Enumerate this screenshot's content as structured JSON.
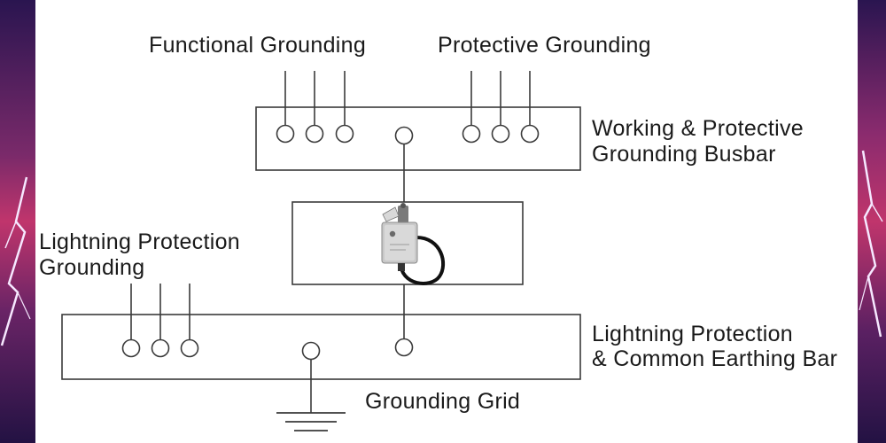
{
  "labels": {
    "functional_grounding": "Functional Grounding",
    "protective_grounding": "Protective Grounding",
    "busbar_line1": "Working & Protective",
    "busbar_line2": "Grounding Busbar",
    "lightning_line1": "Lightning Protection",
    "lightning_line2": "Grounding",
    "earthing_line1": "Lightning Protection",
    "earthing_line2": "& Common Earthing Bar",
    "grounding_grid": "Grounding Grid"
  },
  "colors": {
    "line": "#3a3a3a",
    "text": "#1a1a1a",
    "device_body": "#c9c9c9",
    "cable": "#111111",
    "storm_purple": "#3b1d6e",
    "storm_magenta": "#b0306a",
    "lightning": "#f6e8ff"
  },
  "icons": {
    "surge_protector": "surge-protector-icon",
    "ground_symbol": "ground-symbol-icon",
    "storm_background": "lightning-storm-image"
  }
}
